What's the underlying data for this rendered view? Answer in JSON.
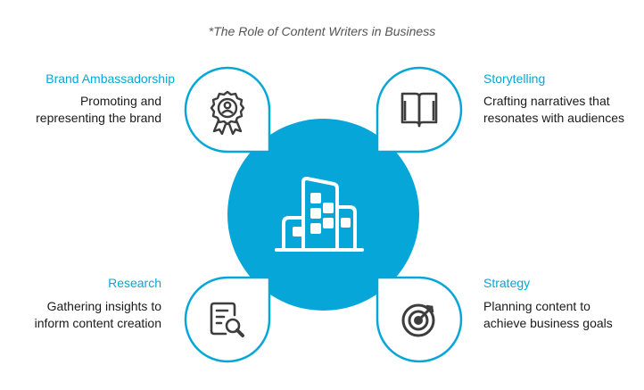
{
  "title": "*The Role of Content Writers in Business",
  "colors": {
    "accent": "#06a7d8",
    "icon": "#3d3d3d",
    "text": "#1a1a1a"
  },
  "center": {
    "icon": "buildings-icon"
  },
  "items": [
    {
      "heading": "Brand  Ambassadorship",
      "desc1": "Promoting and",
      "desc2": "representing the brand",
      "icon": "award-badge-icon"
    },
    {
      "heading": "Storytelling",
      "desc1": "Crafting narratives that",
      "desc2": "resonates with audiences",
      "icon": "open-book-icon"
    },
    {
      "heading": "Research",
      "desc1": "Gathering insights to",
      "desc2": "inform content creation",
      "icon": "document-search-icon"
    },
    {
      "heading": "Strategy",
      "desc1": "Planning content to",
      "desc2": "achieve business goals",
      "icon": "target-icon"
    }
  ]
}
